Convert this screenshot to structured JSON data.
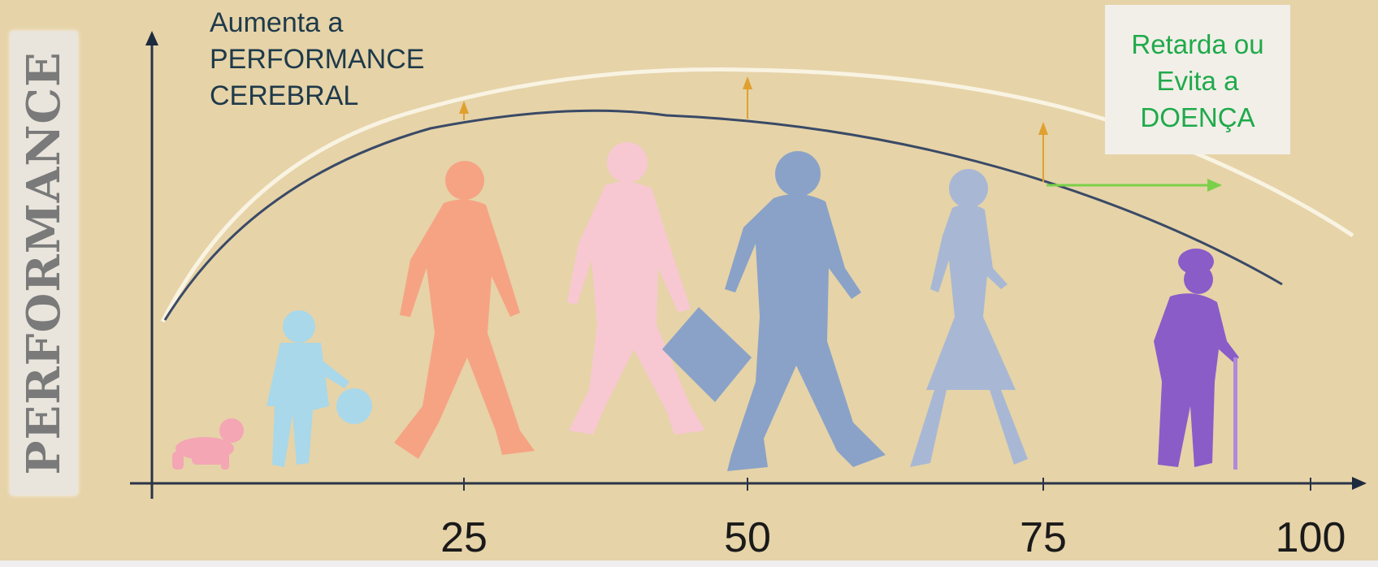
{
  "y_axis_label": "PERFORMANCE",
  "annotation_left": {
    "lines": [
      "Aumenta a",
      "PERFORMANCE",
      "CEREBRAL"
    ]
  },
  "annotation_right": {
    "lines": [
      "Retarda ou",
      "Evita a",
      "DOENÇA"
    ]
  },
  "x_axis": {
    "ticks": [
      "25",
      "50",
      "75",
      "100"
    ]
  },
  "colors": {
    "background": "#e6d3a8",
    "curve_base": "#3a4a66",
    "curve_improved": "#fbf6e8",
    "arrow_up": "#e0a030",
    "arrow_right": "#7bd04a",
    "text_green": "#1faa4a",
    "text_dark": "#1e3a4a"
  },
  "figures": [
    {
      "name": "baby-crawling",
      "color": "#f4a6b4"
    },
    {
      "name": "toddler-with-ball",
      "color": "#a8d8ea"
    },
    {
      "name": "young-adult-walking",
      "color": "#f6a384"
    },
    {
      "name": "adult-walking",
      "color": "#f7c8d2"
    },
    {
      "name": "businessman-with-briefcase",
      "color": "#8aa2c8"
    },
    {
      "name": "woman-walking",
      "color": "#a8b8d4"
    },
    {
      "name": "elderly-with-cane",
      "color": "#8a5cc8"
    }
  ]
}
